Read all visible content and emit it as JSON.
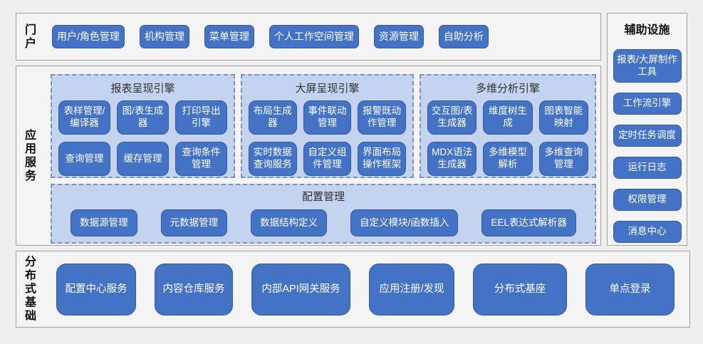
{
  "colors": {
    "button_blue": "#4472C4",
    "button_border": "#35589E",
    "panel_blue": "#C4D3F0",
    "panel_border": "#7E90B4",
    "section_bg": "#F4F4F4",
    "section_border": "#A0A0A0"
  },
  "portal": {
    "label": "门户",
    "buttons": [
      "用户/角色管理",
      "机构管理",
      "菜单管理",
      "个人工作空间管理",
      "资源管理",
      "自助分析"
    ]
  },
  "app_services": {
    "label": "应用服务",
    "engines": [
      {
        "title": "报表呈现引擎",
        "buttons": [
          "表样管理/编译器",
          "图/表生成器",
          "打印导出引擎",
          "查询管理",
          "缓存管理",
          "查询条件管理"
        ]
      },
      {
        "title": "大屏呈现引擎",
        "buttons": [
          "布局生成器",
          "事件联动管理",
          "报警既动作管理",
          "实时数据查询服务",
          "自定义组件管理",
          "界面布局操作框架"
        ]
      },
      {
        "title": "多维分析引擎",
        "buttons": [
          "交互图/表生成器",
          "维度树生成",
          "图表智能映射",
          "MDX语法生成器",
          "多维模型解析",
          "多维查询管理"
        ]
      }
    ],
    "config": {
      "title": "配置管理",
      "buttons": [
        "数据源管理",
        "元数据管理",
        "数据结构定义",
        "自定义模块/函数插入",
        "EEL表达式解析器"
      ]
    }
  },
  "distributed": {
    "label": "分布式基础",
    "buttons": [
      "配置中心服务",
      "内容仓库服务",
      "内部API网关服务",
      "应用注册/发现",
      "分布式基座",
      "单点登录"
    ]
  },
  "auxiliary": {
    "title": "辅助设施",
    "buttons": [
      "报表/大屏制作工具",
      "工作流引擎",
      "定时任务调度",
      "运行日志",
      "权限管理",
      "消息中心"
    ]
  }
}
